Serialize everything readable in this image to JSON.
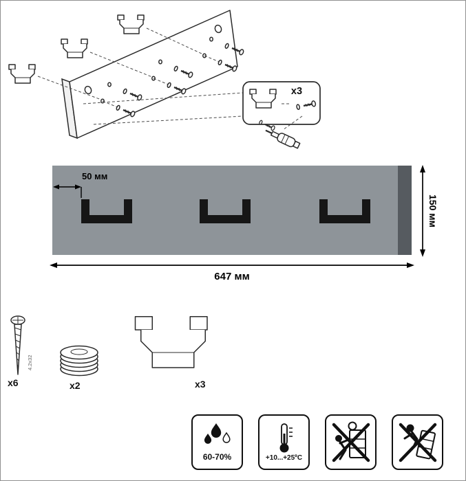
{
  "callout": {
    "count": "x3"
  },
  "dimensions": {
    "hook_offset": "50 мм",
    "width": "647 мм",
    "height": "150 мм"
  },
  "parts": {
    "screw": {
      "count": "x6",
      "size": "4.2x32"
    },
    "washers": {
      "count": "x2"
    },
    "hooks": {
      "count": "x3"
    }
  },
  "conditions": {
    "humidity": "60-70%",
    "temperature": "+10...+25ºC"
  },
  "icons": {
    "humidity": "water-drops-icon",
    "temperature": "thermometer-icon",
    "no_climb": "no-climbing-icon",
    "no_sit": "no-sitting-icon"
  },
  "colors": {
    "panel": "#8e9499",
    "panel_edge": "#565b60",
    "hook": "#161616"
  }
}
